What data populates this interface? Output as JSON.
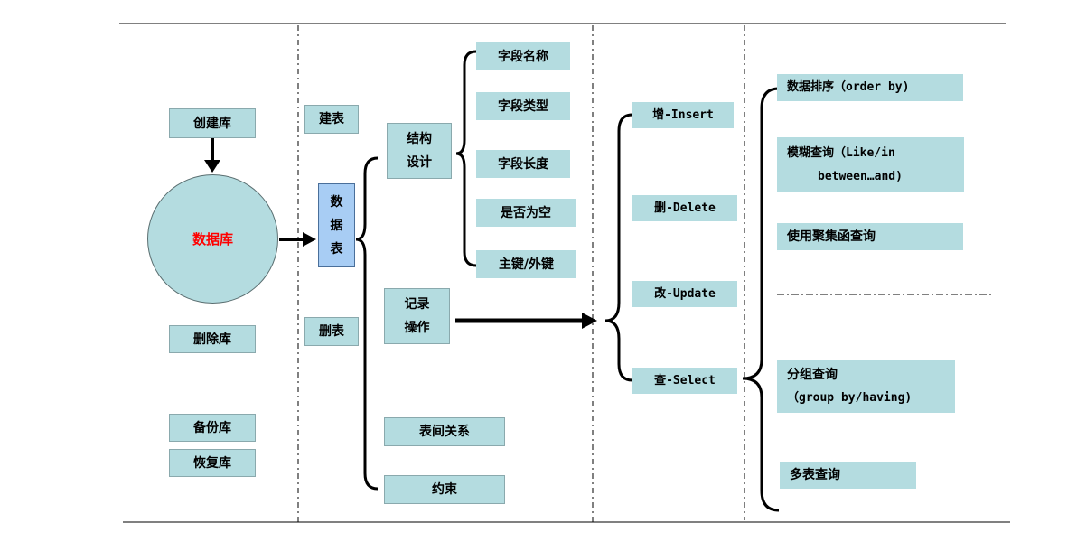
{
  "db_ops": {
    "create": "创建库",
    "database": "数据库",
    "delete": "删除库",
    "backup": "备份库",
    "restore": "恢复库"
  },
  "table_ops": {
    "create": "建表",
    "table_lines": [
      "数",
      "据",
      "表"
    ],
    "delete": "删表"
  },
  "table_features": {
    "structure_lines": [
      "结构",
      "设计"
    ],
    "record_lines": [
      "记录",
      "操作"
    ],
    "relations": "表间关系",
    "constraints": "约束"
  },
  "field_attrs": [
    "字段名称",
    "字段类型",
    "字段长度",
    "是否为空",
    "主键/外键"
  ],
  "crud": {
    "insert": "增-Insert",
    "delete": "删-Delete",
    "update": "改-Update",
    "select": "查-Select"
  },
  "select_ops": {
    "sort": "数据排序（order by)",
    "fuzzy_lines": [
      "模糊查询（Like/in",
      "between…and)"
    ],
    "aggregate": "使用聚集函查询",
    "group_lines": [
      "分组查询",
      "（group by/having)"
    ],
    "multi": "多表查询"
  },
  "colors": {
    "box_fill": "#b4dce0",
    "table_fill": "#a8cdf4",
    "database_text": "#ff0000"
  }
}
